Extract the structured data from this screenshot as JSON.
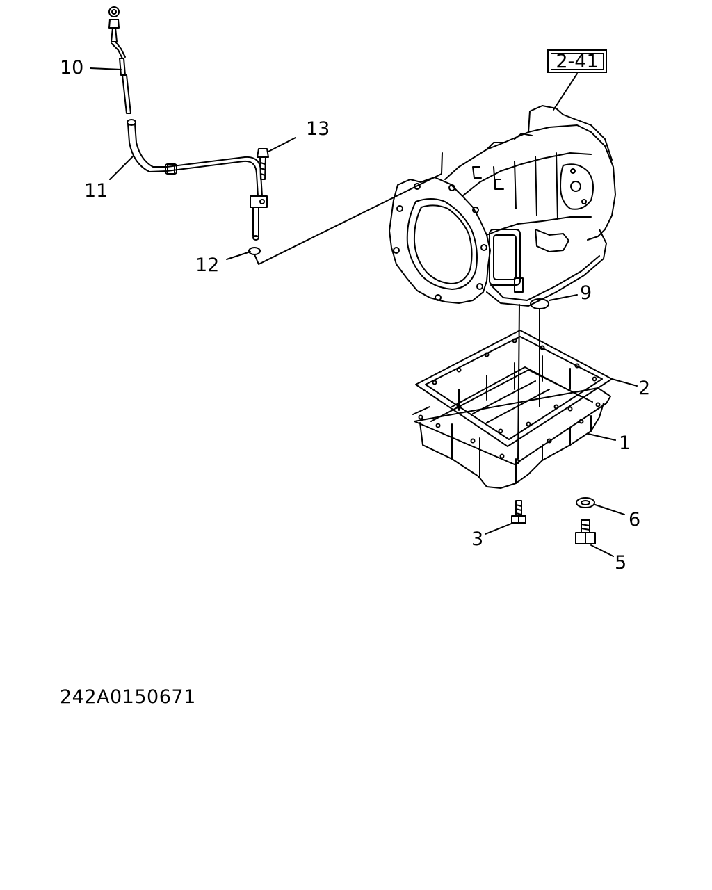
{
  "callouts": {
    "c10": "10",
    "c11": "11",
    "c12": "12",
    "c13": "13",
    "c9": "9",
    "c2": "2",
    "c1": "1",
    "c3": "3",
    "c6": "6",
    "c5": "5"
  },
  "reference_box": "2-41",
  "drawing_number": "242A0150671"
}
